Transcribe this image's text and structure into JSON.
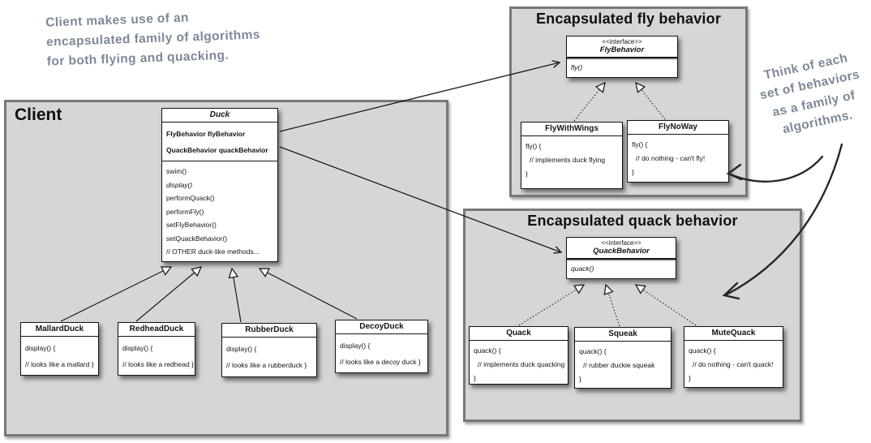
{
  "notes": {
    "top_left": {
      "lines": [
        "Client makes use of an",
        "encapsulated family of algorithms",
        "for both flying and quacking."
      ]
    },
    "right": {
      "lines": [
        "Think of each",
        "set of behaviors",
        "as a family of",
        "algorithms."
      ]
    }
  },
  "panels": {
    "client": {
      "title": "Client"
    },
    "fly": {
      "title": "Encapsulated fly behavior"
    },
    "quack": {
      "title": "Encapsulated quack behavior"
    }
  },
  "classes": {
    "duck": {
      "title": "Duck",
      "attributes": [
        "FlyBehavior flyBehavior",
        "QuackBehavior quackBehavior"
      ],
      "methods": [
        "swim()",
        "display()",
        "performQuack()",
        "performFly()",
        "setFlyBehavior()",
        "setQuackBehavior()",
        "// OTHER duck-like methods..."
      ]
    },
    "fly_behavior": {
      "stereotype": "<<interface>>",
      "title": "FlyBehavior",
      "methods": [
        "fly()"
      ]
    },
    "quack_behavior": {
      "stereotype": "<<interface>>",
      "title": "QuackBehavior",
      "methods": [
        "quack()"
      ]
    },
    "fly_with_wings": {
      "title": "FlyWithWings",
      "body": [
        "fly() {",
        "// implements duck flying",
        "}"
      ]
    },
    "fly_no_way": {
      "title": "FlyNoWay",
      "body": [
        "fly() {",
        "// do nothing - can't fly!",
        "}"
      ]
    },
    "quack_impl": {
      "title": "Quack",
      "body": [
        "quack() {",
        "// implements duck quacking",
        "}"
      ]
    },
    "squeak": {
      "title": "Squeak",
      "body": [
        "quack() {",
        "// rubber duckie squeak",
        "}"
      ]
    },
    "mute_quack": {
      "title": "MuteQuack",
      "body": [
        "quack() {",
        "// do nothing - can't quack!",
        "}"
      ]
    },
    "mallard_duck": {
      "title": "MallardDuck",
      "body": [
        "display() {",
        "// looks like a mallard }"
      ]
    },
    "redhead_duck": {
      "title": "RedheadDuck",
      "body": [
        "display() {",
        "// looks like a redhead }"
      ]
    },
    "rubber_duck": {
      "title": "RubberDuck",
      "body": [
        "display() {",
        "// looks like a rubberduck }"
      ]
    },
    "decoy_duck": {
      "title": "DecoyDuck",
      "body": [
        "display() {",
        "// looks like a decoy duck }"
      ]
    }
  },
  "colors": {
    "panel_fill": "#d6d6d6",
    "panel_border": "#787878",
    "box_fill": "#ffffff",
    "box_border": "#141414",
    "handwriting": "#7d8899",
    "arrow": "#1a1a1a"
  }
}
